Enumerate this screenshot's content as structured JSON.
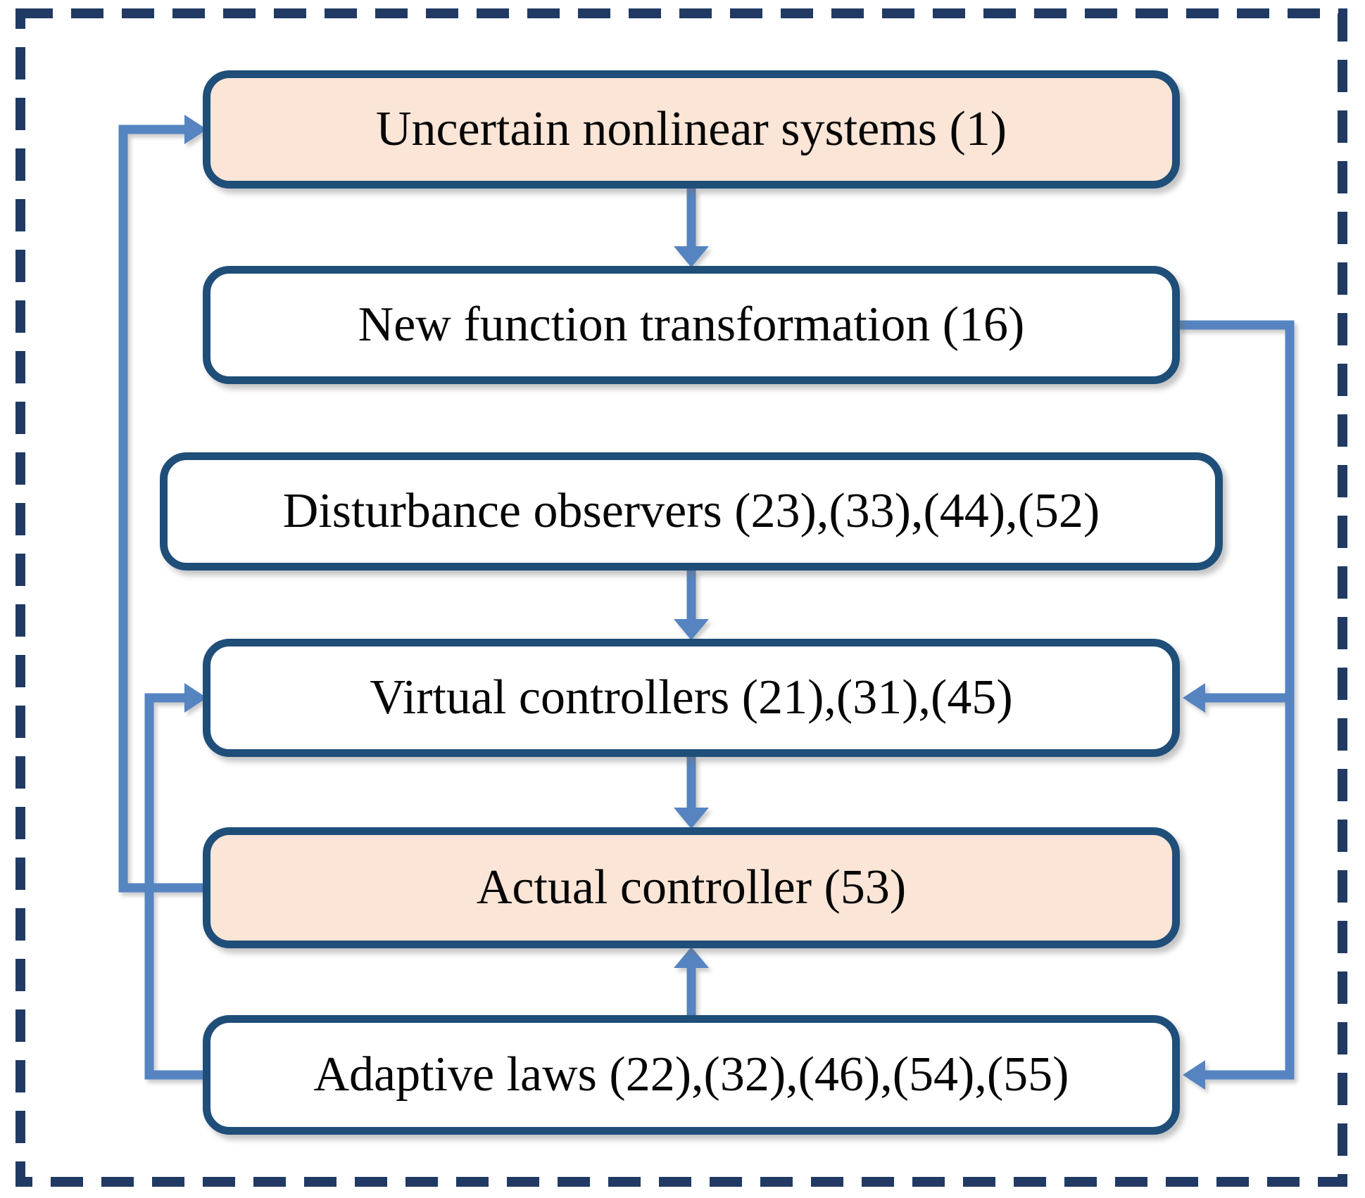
{
  "diagram": {
    "boxes": [
      {
        "id": "uncertain-nonlinear-systems",
        "label": "Uncertain nonlinear systems (1)",
        "fill": "peach"
      },
      {
        "id": "new-function-transformation",
        "label": "New function transformation (16)",
        "fill": "white"
      },
      {
        "id": "disturbance-observers",
        "label": "Disturbance observers (23),(33),(44),(52)",
        "fill": "white"
      },
      {
        "id": "virtual-controllers",
        "label": "Virtual controllers (21),(31),(45)",
        "fill": "white"
      },
      {
        "id": "actual-controller",
        "label": "Actual controller (53)",
        "fill": "peach"
      },
      {
        "id": "adaptive-laws",
        "label": "Adaptive laws (22),(32),(46),(54),(55)",
        "fill": "white"
      }
    ],
    "connections": [
      {
        "from": "uncertain-nonlinear-systems",
        "to": "new-function-transformation",
        "route": "straight-down"
      },
      {
        "from": "disturbance-observers",
        "to": "virtual-controllers",
        "route": "straight-down"
      },
      {
        "from": "virtual-controllers",
        "to": "actual-controller",
        "route": "straight-down"
      },
      {
        "from": "adaptive-laws",
        "to": "actual-controller",
        "route": "straight-up"
      },
      {
        "from": "actual-controller",
        "to": "uncertain-nonlinear-systems",
        "route": "left-feedback-loop"
      },
      {
        "from": "adaptive-laws",
        "to": "virtual-controllers",
        "route": "left-feedback-loop"
      },
      {
        "from": "new-function-transformation",
        "to": "virtual-controllers",
        "route": "right-feedback-loop"
      },
      {
        "from": "new-function-transformation",
        "to": "adaptive-laws",
        "route": "right-feedback-loop"
      }
    ],
    "colors": {
      "dashed_frame": "#203A64",
      "box_border": "#1F4E79",
      "arrow_blue": "#5584C1",
      "peach_fill": "#FBE5D6",
      "white_fill": "#FFFFFF",
      "text": "#060606"
    }
  }
}
